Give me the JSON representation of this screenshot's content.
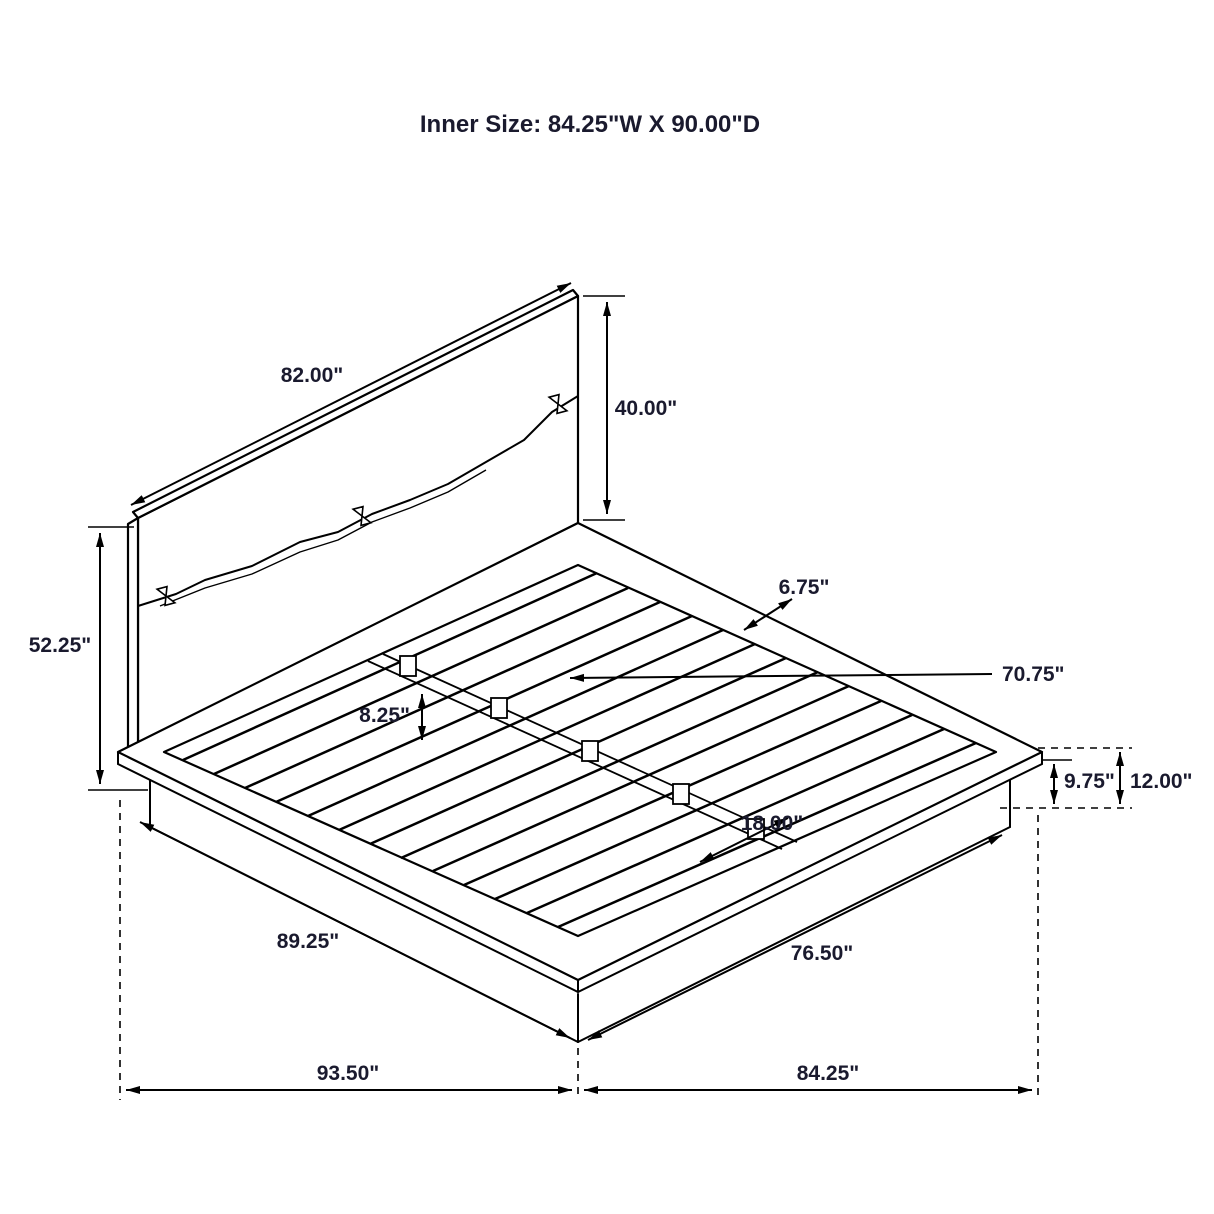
{
  "title": "Inner Size: 84.25\"W X 90.00\"D",
  "dimensions": {
    "headboard_width": "82.00\"",
    "headboard_panel_height": "40.00\"",
    "headboard_total_height": "52.25\"",
    "side_rail_width": "6.75\"",
    "slat_length": "70.75\"",
    "slat_spacing": "8.25\"",
    "base_height": "9.75\"",
    "platform_height": "12.00\"",
    "support_spacing": "18.00\"",
    "side_outer_length": "89.25\"",
    "foot_edge_length": "76.50\"",
    "overall_depth": "93.50\"",
    "overall_width": "84.25\""
  },
  "colors": {
    "line": "#000000",
    "label_text": "#1a1a2e",
    "background": "#ffffff"
  }
}
